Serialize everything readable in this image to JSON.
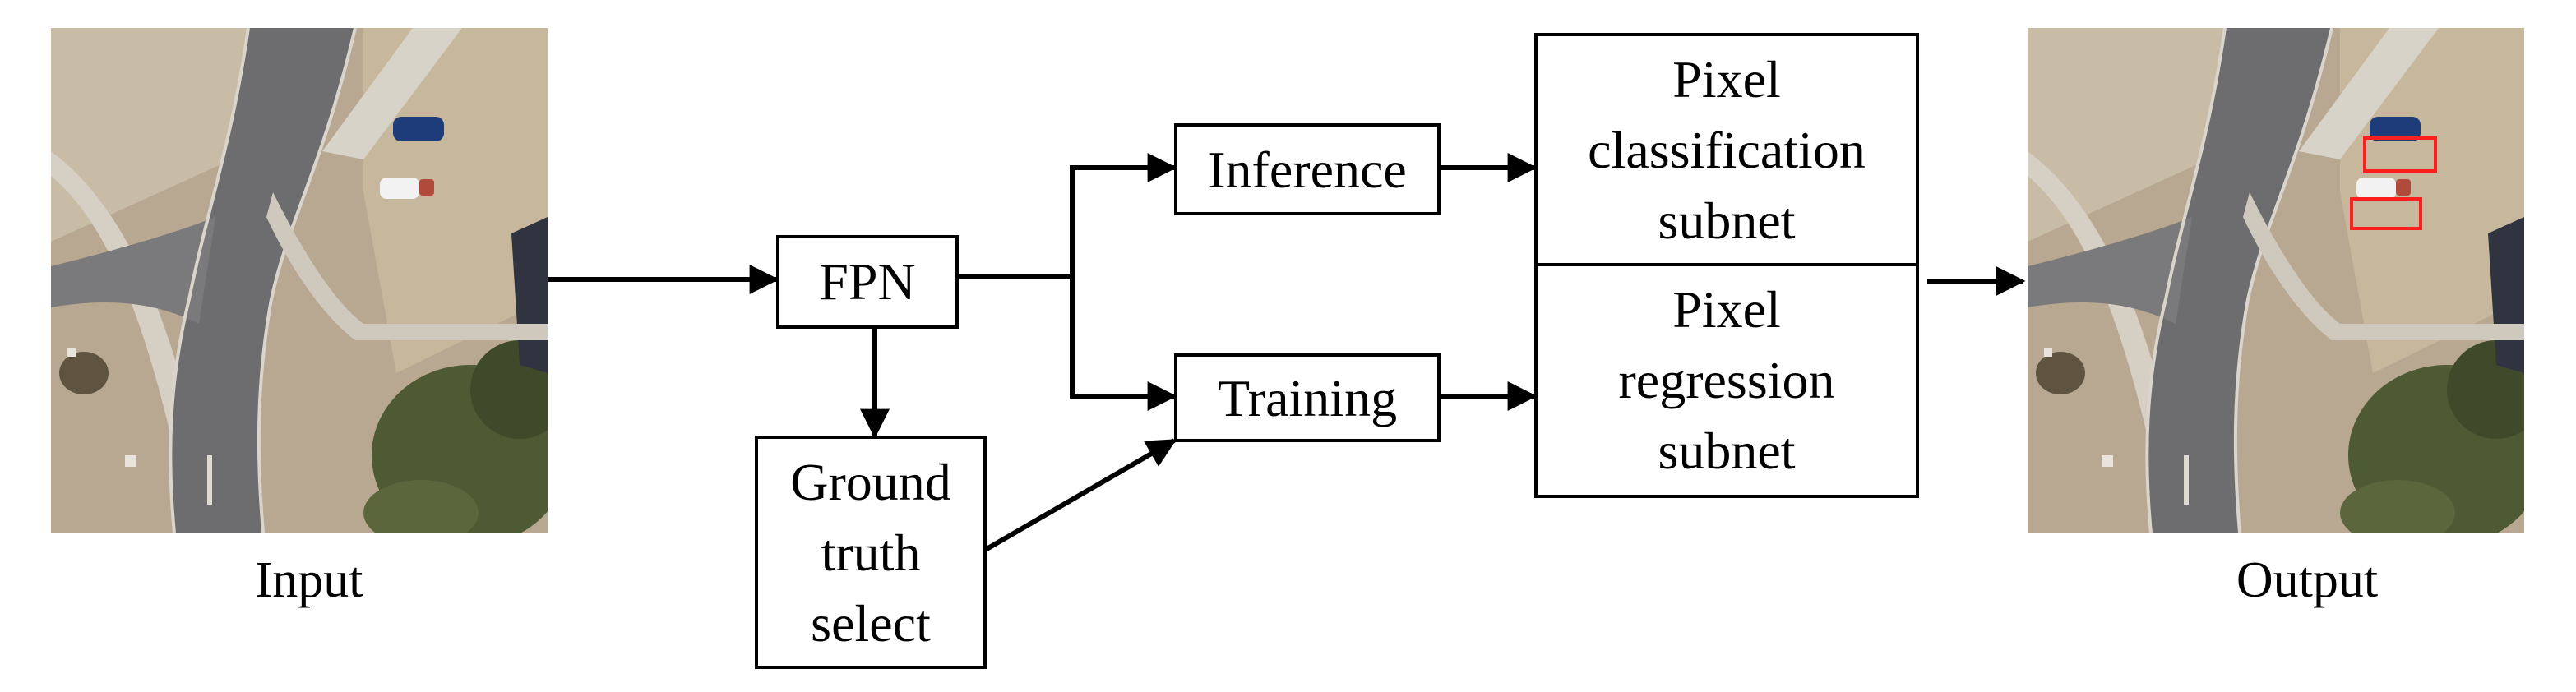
{
  "colors": {
    "line": "#000000",
    "box_fill": "#ffffff",
    "detection_box": "#ff1e1e"
  },
  "input_caption": "Input",
  "output_caption": "Output",
  "nodes": {
    "fpn": "FPN",
    "inference": "Inference",
    "training": "Training",
    "ground_truth": [
      "Ground",
      "truth",
      "select"
    ],
    "classification": [
      "Pixel",
      "classification",
      "subnet"
    ],
    "regression": [
      "Pixel",
      "regression",
      "subnet"
    ]
  }
}
